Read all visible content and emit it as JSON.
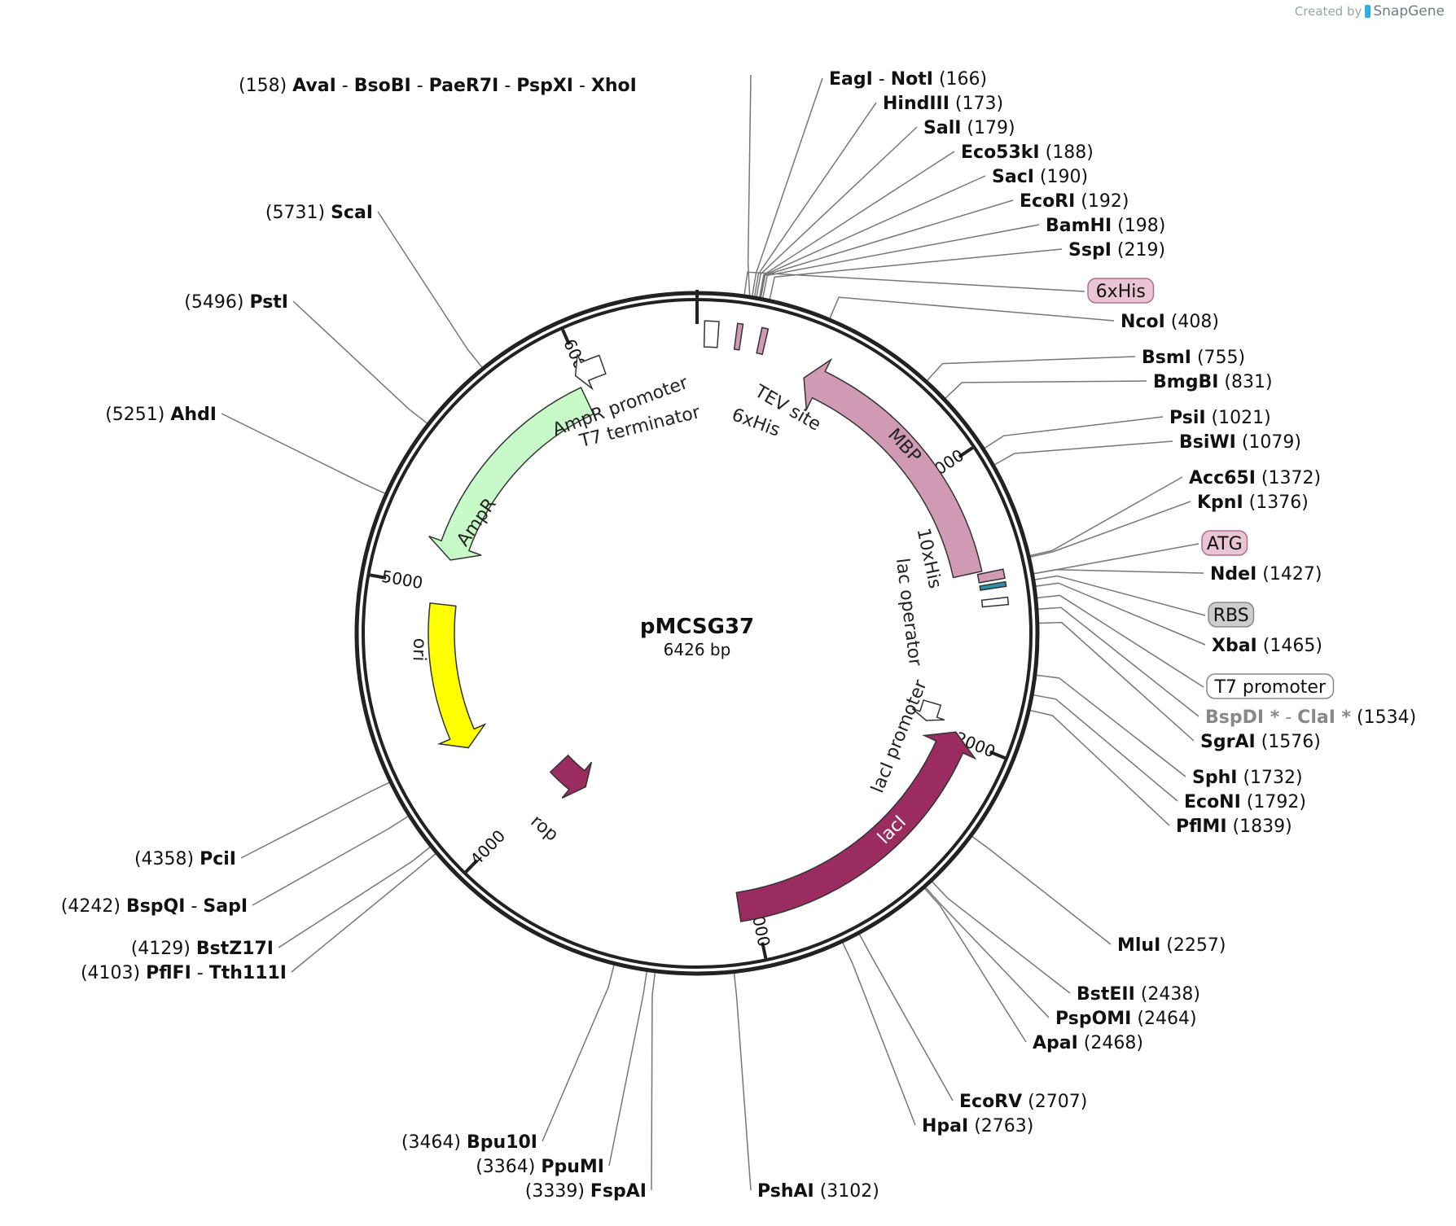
{
  "credit": {
    "prefix": "Created by",
    "brand": "SnapGene"
  },
  "plasmid": {
    "name": "pMCSG37",
    "size_label": "6426 bp",
    "length": 6426
  },
  "ticks": [
    {
      "pos": 1000,
      "label": "1000"
    },
    {
      "pos": 2000,
      "label": "2000"
    },
    {
      "pos": 3000,
      "label": "3000"
    },
    {
      "pos": 4000,
      "label": "4000"
    },
    {
      "pos": 5000,
      "label": "5000"
    },
    {
      "pos": 6000,
      "label": "6000"
    }
  ],
  "features": [
    {
      "id": "mbp",
      "name": "MBP",
      "start": 405,
      "end": 1387,
      "dir": -1,
      "color": "#d09ab4"
    },
    {
      "id": "laci",
      "name": "lacI",
      "start": 1979,
      "end": 3059,
      "dir": -1,
      "color": "#9b2c60"
    },
    {
      "id": "rop",
      "name": "rop",
      "start": 3855,
      "end": 4045,
      "dir": -1,
      "color": "#9b2c60"
    },
    {
      "id": "ori",
      "name": "ori",
      "start": 4345,
      "end": 4935,
      "dir": -1,
      "color": "#ffff00"
    },
    {
      "id": "ampr",
      "name": "AmpR",
      "start": 5115,
      "end": 5975,
      "dir": -1,
      "color": "#c8f9c8"
    },
    {
      "id": "ampr-promoter",
      "name": "AmpR promoter",
      "start": 5975,
      "end": 6080,
      "dir": -1,
      "color": "#ffffff"
    },
    {
      "id": "t7-terminator",
      "name": "T7 terminator",
      "start": 25,
      "end": 72,
      "dir": 0,
      "color": "#ffffff"
    },
    {
      "id": "6xhis",
      "name": "6xHis",
      "start": 133,
      "end": 151,
      "dir": 0,
      "color": "#d09ab4"
    },
    {
      "id": "tev-site",
      "name": "TEV site",
      "start": 214,
      "end": 235,
      "dir": 0,
      "color": "#d09ab4"
    },
    {
      "id": "10xhis",
      "name": "10xHis",
      "start": 1395,
      "end": 1425,
      "dir": 0,
      "color": "#d09ab4"
    },
    {
      "id": "lac-operator",
      "name": "lac operator",
      "start": 1488,
      "end": 1512,
      "dir": 0,
      "color": "#ffffff"
    },
    {
      "id": "rbs",
      "name": "RBS",
      "start": 1437,
      "end": 1452,
      "dir": 0,
      "color": "#2f8fa8"
    },
    {
      "id": "laci-promoter",
      "name": "lacI promoter",
      "start": 1900,
      "end": 1978,
      "dir": 1,
      "color": "#ffffff"
    }
  ],
  "sites": [
    {
      "text": "AvaI - BsoBI - PaeR7I - PspXI - XhoI",
      "parts": [
        "AvaI",
        "BsoBI",
        "PaeR7I",
        "PspXI",
        "XhoI"
      ],
      "pos_label": "(158)",
      "pos": 158,
      "side": "left-top"
    },
    {
      "parts": [
        "EagI",
        "NotI"
      ],
      "pos_label": "(166)",
      "pos": 166,
      "side": "right"
    },
    {
      "parts": [
        "HindIII"
      ],
      "pos_label": "(173)",
      "pos": 173,
      "side": "right"
    },
    {
      "parts": [
        "SalI"
      ],
      "pos_label": "(179)",
      "pos": 179,
      "side": "right"
    },
    {
      "parts": [
        "Eco53kI"
      ],
      "pos_label": "(188)",
      "pos": 188,
      "side": "right"
    },
    {
      "parts": [
        "SacI"
      ],
      "pos_label": "(190)",
      "pos": 190,
      "side": "right"
    },
    {
      "parts": [
        "EcoRI"
      ],
      "pos_label": "(192)",
      "pos": 192,
      "side": "right"
    },
    {
      "parts": [
        "BamHI"
      ],
      "pos_label": "(198)",
      "pos": 198,
      "side": "right"
    },
    {
      "parts": [
        "SspI"
      ],
      "pos_label": "(219)",
      "pos": 219,
      "side": "right"
    },
    {
      "parts": [
        "NcoI"
      ],
      "pos_label": "(408)",
      "pos": 408,
      "side": "right"
    },
    {
      "parts": [
        "BsmI"
      ],
      "pos_label": "(755)",
      "pos": 755,
      "side": "right"
    },
    {
      "parts": [
        "BmgBI"
      ],
      "pos_label": "(831)",
      "pos": 831,
      "side": "right"
    },
    {
      "parts": [
        "PsiI"
      ],
      "pos_label": "(1021)",
      "pos": 1021,
      "side": "right"
    },
    {
      "parts": [
        "BsiWI"
      ],
      "pos_label": "(1079)",
      "pos": 1079,
      "side": "right"
    },
    {
      "parts": [
        "Acc65I"
      ],
      "pos_label": "(1372)",
      "pos": 1372,
      "side": "right"
    },
    {
      "parts": [
        "KpnI"
      ],
      "pos_label": "(1376)",
      "pos": 1376,
      "side": "right"
    },
    {
      "parts": [
        "NdeI"
      ],
      "pos_label": "(1427)",
      "pos": 1427,
      "side": "right"
    },
    {
      "parts": [
        "XbaI"
      ],
      "pos_label": "(1465)",
      "pos": 1465,
      "side": "right"
    },
    {
      "parts": [
        "BspDI *",
        "ClaI *"
      ],
      "pos_label": "(1534)",
      "pos": 1534,
      "side": "right",
      "muted": true
    },
    {
      "parts": [
        "SgrAI"
      ],
      "pos_label": "(1576)",
      "pos": 1576,
      "side": "right"
    },
    {
      "parts": [
        "SphI"
      ],
      "pos_label": "(1732)",
      "pos": 1732,
      "side": "right"
    },
    {
      "parts": [
        "EcoNI"
      ],
      "pos_label": "(1792)",
      "pos": 1792,
      "side": "right"
    },
    {
      "parts": [
        "PflMI"
      ],
      "pos_label": "(1839)",
      "pos": 1839,
      "side": "right"
    },
    {
      "parts": [
        "MluI"
      ],
      "pos_label": "(2257)",
      "pos": 2257,
      "side": "right"
    },
    {
      "parts": [
        "BstEII"
      ],
      "pos_label": "(2438)",
      "pos": 2438,
      "side": "right"
    },
    {
      "parts": [
        "PspOMI"
      ],
      "pos_label": "(2464)",
      "pos": 2464,
      "side": "right"
    },
    {
      "parts": [
        "ApaI"
      ],
      "pos_label": "(2468)",
      "pos": 2468,
      "side": "right"
    },
    {
      "parts": [
        "EcoRV"
      ],
      "pos_label": "(2707)",
      "pos": 2707,
      "side": "right"
    },
    {
      "parts": [
        "HpaI"
      ],
      "pos_label": "(2763)",
      "pos": 2763,
      "side": "right"
    },
    {
      "parts": [
        "PshAI"
      ],
      "pos_label": "(3102)",
      "pos": 3102,
      "side": "right"
    },
    {
      "parts": [
        "FspAI"
      ],
      "pos_label": "(3339)",
      "pos": 3339,
      "side": "left"
    },
    {
      "parts": [
        "PpuMI"
      ],
      "pos_label": "(3364)",
      "pos": 3364,
      "side": "left"
    },
    {
      "parts": [
        "Bpu10I"
      ],
      "pos_label": "(3464)",
      "pos": 3464,
      "side": "left"
    },
    {
      "parts": [
        "PflFI",
        "Tth111I"
      ],
      "pos_label": "(4103)",
      "pos": 4103,
      "side": "left"
    },
    {
      "parts": [
        "BstZ17I"
      ],
      "pos_label": "(4129)",
      "pos": 4129,
      "side": "left"
    },
    {
      "parts": [
        "BspQI",
        "SapI"
      ],
      "pos_label": "(4242)",
      "pos": 4242,
      "side": "left"
    },
    {
      "parts": [
        "PciI"
      ],
      "pos_label": "(4358)",
      "pos": 4358,
      "side": "left"
    },
    {
      "parts": [
        "AhdI"
      ],
      "pos_label": "(5251)",
      "pos": 5251,
      "side": "left"
    },
    {
      "parts": [
        "PstI"
      ],
      "pos_label": "(5496)",
      "pos": 5496,
      "side": "left"
    },
    {
      "parts": [
        "ScaI"
      ],
      "pos_label": "(5731)",
      "pos": 5731,
      "side": "left"
    }
  ],
  "boxed_labels": [
    {
      "text": "6xHis",
      "pos": 142,
      "fill": "#e8c4d4",
      "stroke": "#b0708e"
    },
    {
      "text": "ATG",
      "pos": 1427,
      "fill": "#e8c4d4",
      "stroke": "#b0708e"
    },
    {
      "text": "RBS",
      "pos": 1445,
      "fill": "#cccccc",
      "stroke": "#888888"
    },
    {
      "text": "T7 promoter",
      "pos": 1500,
      "fill": "#ffffff",
      "stroke": "#888888"
    }
  ]
}
